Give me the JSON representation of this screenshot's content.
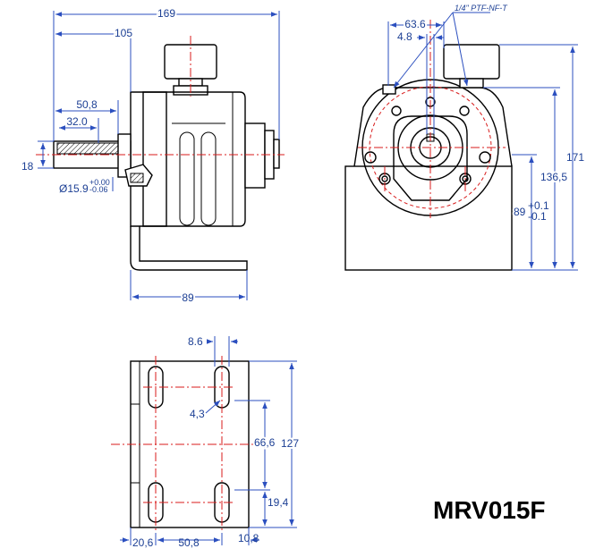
{
  "title": "MRV015F",
  "colors": {
    "dimension": "#1c3f94",
    "centerline": "#d81b1b",
    "outline": "#000000"
  },
  "side_view": {
    "overall_length": "169",
    "flange_to_end": "105",
    "shaft_length": "50,8",
    "key_length": "32.0",
    "shaft_height": "18",
    "shaft_diameter": "Ø15.9",
    "shaft_tol_upper": "+0.00",
    "shaft_tol_lower": "-0.06",
    "bracket_width": "89"
  },
  "front_view": {
    "bolt_circle": "63.6",
    "keyway_width": "4.8",
    "port_thread": "1/4\" PTF-NF-T",
    "overall_height": "171",
    "cover_height": "136,5",
    "shaft_center_height": "89",
    "shaft_center_tol_upper": "+0.1",
    "shaft_center_tol_lower": "-0.1"
  },
  "base_view": {
    "slot_width": "8.6",
    "slot_radius": "4,3",
    "slot_pitch_vertical": "66,6",
    "base_length": "127",
    "edge_to_slot": "19,4",
    "left_edge_offset": "20,6",
    "slot_pitch_horizontal": "50,8",
    "right_edge_offset": "10,8"
  }
}
